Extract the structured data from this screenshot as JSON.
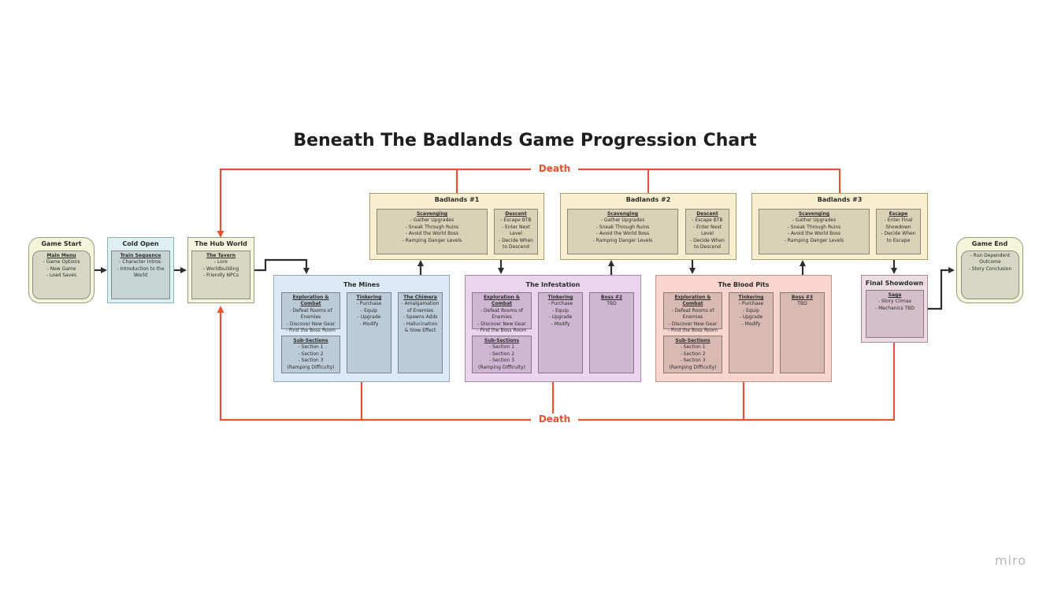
{
  "title": "Beneath The Badlands Game Progression Chart",
  "death_label": "Death",
  "watermark": "miro",
  "colors": {
    "death_line": "#e5532f",
    "flow_line": "#2e2e2e"
  },
  "nodes": {
    "game_start": {
      "title": "Game Start",
      "section": {
        "heading": "Main Menu",
        "lines": [
          "- Game Options",
          "- New Game",
          "- Load Saves"
        ]
      }
    },
    "cold_open": {
      "title": "Cold Open",
      "section": {
        "heading": "Train Sequence",
        "lines": [
          "- Character Intros.",
          "- Introduction to the",
          "World"
        ]
      }
    },
    "hub_world": {
      "title": "The Hub World",
      "section": {
        "heading": "The Tavern",
        "lines": [
          "- Lore",
          "- Worldbuilding",
          "- Friendly NPCs"
        ]
      }
    },
    "badlands_1": {
      "title": "Badlands #1",
      "scavenging": {
        "heading": "Scavenging",
        "lines": [
          "- Gather Upgrades",
          "- Sneak Through Ruins",
          "- Avoid the World Boss",
          "- Ramping Danger Levels"
        ]
      },
      "descent": {
        "heading": "Descent",
        "lines": [
          "- Escape BTB",
          "- Enter Next",
          "Level",
          "- Decide When",
          "to Descend"
        ]
      }
    },
    "badlands_2": {
      "title": "Badlands #2",
      "scavenging": {
        "heading": "Scavenging",
        "lines": [
          "- Gather Upgrades",
          "- Sneak Through Ruins",
          "- Avoid the World Boss",
          "- Ramping Danger Levels"
        ]
      },
      "descent": {
        "heading": "Descent",
        "lines": [
          "- Escape BTB",
          "- Enter Next",
          "Level",
          "- Decide When",
          "to Descend"
        ]
      }
    },
    "badlands_3": {
      "title": "Badlands #3",
      "scavenging": {
        "heading": "Scavenging",
        "lines": [
          "- Gather Upgrades",
          "- Sneak Through Ruins",
          "- Avoid the World Boss",
          "- Ramping Danger Levels"
        ]
      },
      "escape": {
        "heading": "Escape",
        "lines": [
          "- Enter Final",
          "Showdown",
          "- Decide When",
          "to Escape"
        ]
      }
    },
    "mines": {
      "title": "The Mines",
      "exploration": {
        "heading": "Exploration & Combat",
        "lines": [
          "- Defeat Rooms of",
          "Enemies",
          "- Discover New Gear",
          "- Find the Boss Room"
        ]
      },
      "subsections": {
        "heading": "Sub-Sections",
        "lines": [
          "- Section 1",
          "- Section 2",
          "- Section 3",
          "(Ramping Difficulty)"
        ]
      },
      "tinkering": {
        "heading": "Tinkering",
        "lines": [
          "- Purchase",
          "- Equip",
          "- Upgrade",
          "- Modify"
        ]
      },
      "boss": {
        "heading": "The Chimera",
        "lines": [
          "- Amalgamation",
          "of Enemies",
          "- Spawns Adds",
          "- Hallucination",
          "& Slow Effect"
        ]
      }
    },
    "infestation": {
      "title": "The Infestation",
      "exploration": {
        "heading": "Exploration & Combat",
        "lines": [
          "- Defeat Rooms of",
          "Enemies",
          "- Discover New Gear",
          "- Find the Boss Room"
        ]
      },
      "subsections": {
        "heading": "Sub-Sections",
        "lines": [
          "- Section 1",
          "- Section 2",
          "- Section 3",
          "(Ramping Difficulty)"
        ]
      },
      "tinkering": {
        "heading": "Tinkering",
        "lines": [
          "- Purchase",
          "- Equip",
          "- Upgrade",
          "- Modify"
        ]
      },
      "boss": {
        "heading": "Boss #2",
        "lines": [
          "TBD"
        ]
      }
    },
    "blood_pits": {
      "title": "The Blood Pits",
      "exploration": {
        "heading": "Exploration & Combat",
        "lines": [
          "- Defeat Rooms of",
          "Enemies",
          "- Discover New Gear",
          "- Find the Boss Room"
        ]
      },
      "subsections": {
        "heading": "Sub-Sections",
        "lines": [
          "- Section 1",
          "- Section 2",
          "- Section 3",
          "(Ramping Difficulty)"
        ]
      },
      "tinkering": {
        "heading": "Tinkering",
        "lines": [
          "- Purchase",
          "- Equip",
          "- Upgrade",
          "- Modify"
        ]
      },
      "boss": {
        "heading": "Boss #3",
        "lines": [
          "TBD"
        ]
      }
    },
    "final_showdown": {
      "title": "Final Showdown",
      "section": {
        "heading": "Saga",
        "lines": [
          "- Story Climax",
          "- Mechanics TBD"
        ]
      }
    },
    "game_end": {
      "title": "Game End",
      "section": {
        "heading": "",
        "lines": [
          "- Run Dependent",
          "Outcome",
          "- Story Conclusion"
        ]
      }
    }
  }
}
